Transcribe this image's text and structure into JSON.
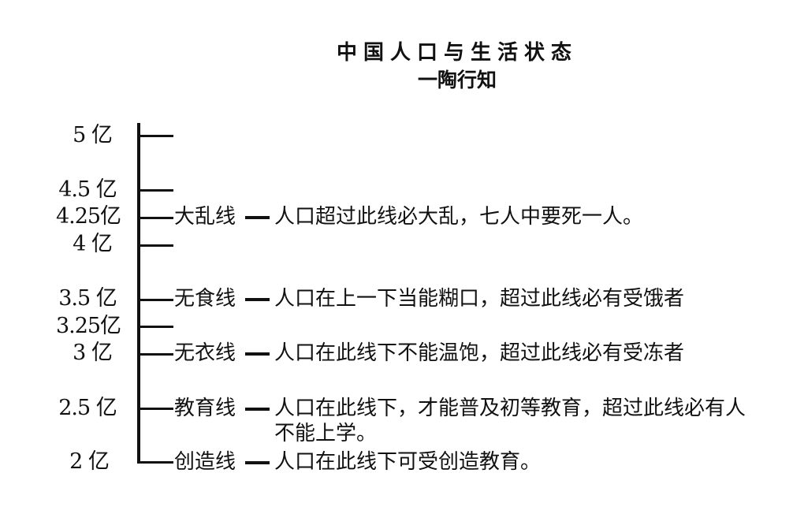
{
  "title": {
    "main": "中国人口与生活状态",
    "author": "一陶行知"
  },
  "levels": [
    {
      "value": "5 亿"
    },
    {
      "value": "4.5 亿"
    },
    {
      "value": "4.25亿",
      "line_name": "大乱线",
      "description": "人口超过此线必大乱，七人中要死一人。"
    },
    {
      "value": "4 亿"
    },
    {
      "value": "3.5 亿",
      "line_name": "无食线",
      "description": "人口在上一下当能糊口，超过此线必有受饿者"
    },
    {
      "value": "3.25亿"
    },
    {
      "value": "3 亿",
      "line_name": "无衣线",
      "description": "人口在此线下不能温饱，超过此线必有受冻者"
    },
    {
      "value": "2.5 亿",
      "line_name": "教育线",
      "description": "人口在此线下，才能普及初等教育，超过此线必有人不能上学。"
    },
    {
      "value": "2 亿",
      "line_name": "创造线",
      "description": "人口在此线下可受创造教育。"
    }
  ]
}
